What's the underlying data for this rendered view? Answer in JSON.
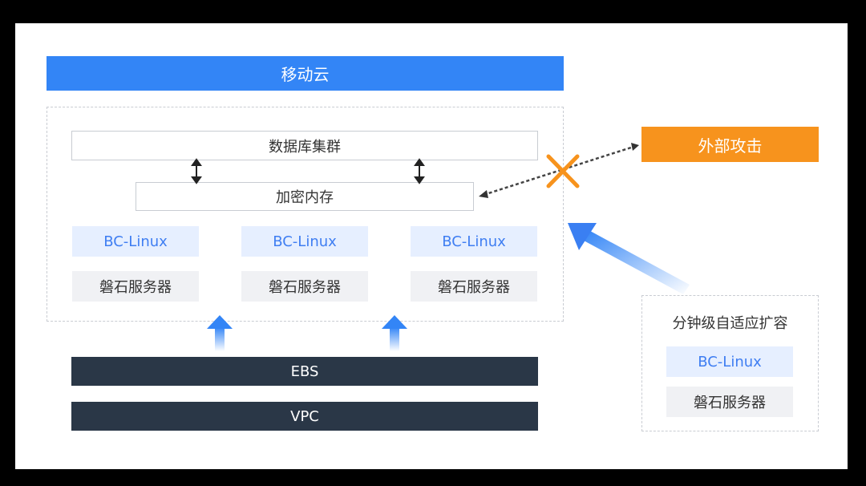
{
  "cloud": {
    "title": "移动云"
  },
  "cluster": {
    "database": "数据库集群",
    "memory": "加密内存",
    "nodes": [
      {
        "os": "BC-Linux",
        "server": "磐石服务器"
      },
      {
        "os": "BC-Linux",
        "server": "磐石服务器"
      },
      {
        "os": "BC-Linux",
        "server": "磐石服务器"
      }
    ]
  },
  "infra": {
    "ebs": "EBS",
    "vpc": "VPC"
  },
  "attack": {
    "label": "外部攻击"
  },
  "scaling": {
    "title": "分钟级自适应扩容",
    "os": "BC-Linux",
    "server": "磐石服务器"
  },
  "colors": {
    "primary": "#3385f6",
    "attack": "#f7931d",
    "dark": "#2a3747",
    "os_tile": "#e6efff",
    "server_tile": "#f0f1f4"
  }
}
